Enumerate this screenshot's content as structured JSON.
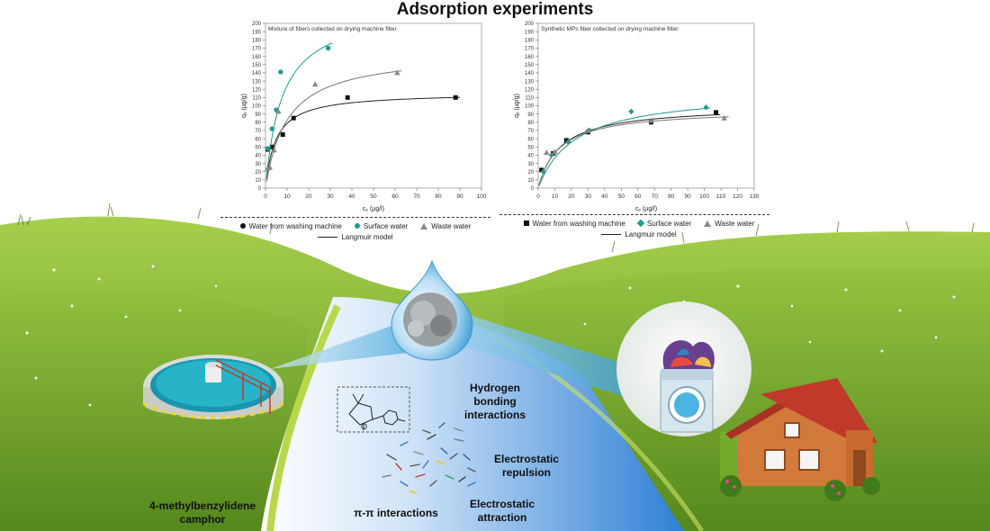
{
  "title": "Adsorption experiments",
  "labels": {
    "hydrogen": [
      "Hydrogen",
      "bonding",
      "interactions"
    ],
    "repulsion": [
      "Electrostatic",
      "repulsion"
    ],
    "attraction": [
      "Electrostatic",
      "attraction"
    ],
    "pipi": "π-π interactions",
    "compound": [
      "4-methylbenzylidene",
      "camphor"
    ]
  },
  "icons": [
    "wastewater-treatment-tank-icon",
    "microfiber-sample-icon",
    "washing-machine-icon",
    "house-icon",
    "molecule-structure-icon"
  ],
  "colors": {
    "surface_water": "#1f9a8c",
    "langmuir": "#222222",
    "grass": "#7fb52e",
    "water": "#5aa0e0"
  },
  "chart_data": [
    {
      "type": "scatter",
      "title": "Mixture of fibers collected on drying machine filter",
      "xlabel": "cₑ (µg/l)",
      "ylabel": "qₑ (µg/g)",
      "xlim": [
        0,
        100
      ],
      "ylim": [
        0,
        200
      ],
      "xticks": [
        0,
        10,
        20,
        30,
        40,
        50,
        60,
        70,
        80,
        90,
        100
      ],
      "yticks": [
        0,
        10,
        20,
        30,
        40,
        50,
        60,
        70,
        80,
        90,
        100,
        110,
        120,
        130,
        140,
        150,
        160,
        170,
        180,
        190,
        200
      ],
      "series": [
        {
          "name": "Water from washing machine",
          "marker": "square",
          "color": "#111111",
          "x": [
            1,
            3,
            8,
            13,
            38,
            88
          ],
          "y": [
            47,
            50,
            65,
            85,
            110,
            110
          ],
          "langmuir": {
            "qmax": 116,
            "K": 0.21
          }
        },
        {
          "name": "Surface water",
          "marker": "circle",
          "color": "#1f9a8c",
          "x": [
            1,
            3,
            5,
            7,
            29
          ],
          "y": [
            48,
            72,
            95,
            141,
            170
          ],
          "langmuir": {
            "qmax": 220,
            "K": 0.13
          }
        },
        {
          "name": "Waste water",
          "marker": "triangle",
          "color": "#888888",
          "x": [
            1,
            2,
            4,
            6,
            23,
            61
          ],
          "y": [
            24,
            25,
            46,
            93,
            126,
            140
          ],
          "langmuir": {
            "qmax": 165,
            "K": 0.1
          }
        }
      ],
      "fit_label": "Langmuir model"
    },
    {
      "type": "scatter",
      "title": "Synthetic MPs fiber collected on drying machine filter",
      "xlabel": "cₑ (µg/l)",
      "ylabel": "qₑ (µg/g)",
      "xlim": [
        0,
        130
      ],
      "ylim": [
        0,
        200
      ],
      "xticks": [
        0,
        10,
        20,
        30,
        40,
        50,
        60,
        70,
        80,
        90,
        100,
        110,
        120,
        130
      ],
      "yticks": [
        0,
        10,
        20,
        30,
        40,
        50,
        60,
        70,
        80,
        90,
        100,
        110,
        120,
        130,
        140,
        150,
        160,
        170,
        180,
        190,
        200
      ],
      "series": [
        {
          "name": "Water from washing machine",
          "marker": "square",
          "color": "#111111",
          "x": [
            2,
            9,
            17,
            30,
            68,
            107
          ],
          "y": [
            22,
            42,
            58,
            68,
            80,
            92
          ],
          "langmuir": {
            "qmax": 100,
            "K": 0.075
          }
        },
        {
          "name": "Surface water",
          "marker": "circle",
          "color": "#1f9a8c",
          "x": [
            3,
            8,
            18,
            31,
            56,
            101
          ],
          "y": [
            20,
            40,
            56,
            70,
            93,
            98
          ],
          "langmuir": {
            "qmax": 118,
            "K": 0.045
          }
        },
        {
          "name": "Waste water",
          "marker": "triangle",
          "color": "#888888",
          "x": [
            5,
            10,
            30,
            68,
            112
          ],
          "y": [
            43,
            44,
            70,
            82,
            85
          ],
          "langmuir": {
            "qmax": 96,
            "K": 0.08
          }
        }
      ],
      "fit_label": "Langmuir model"
    }
  ]
}
